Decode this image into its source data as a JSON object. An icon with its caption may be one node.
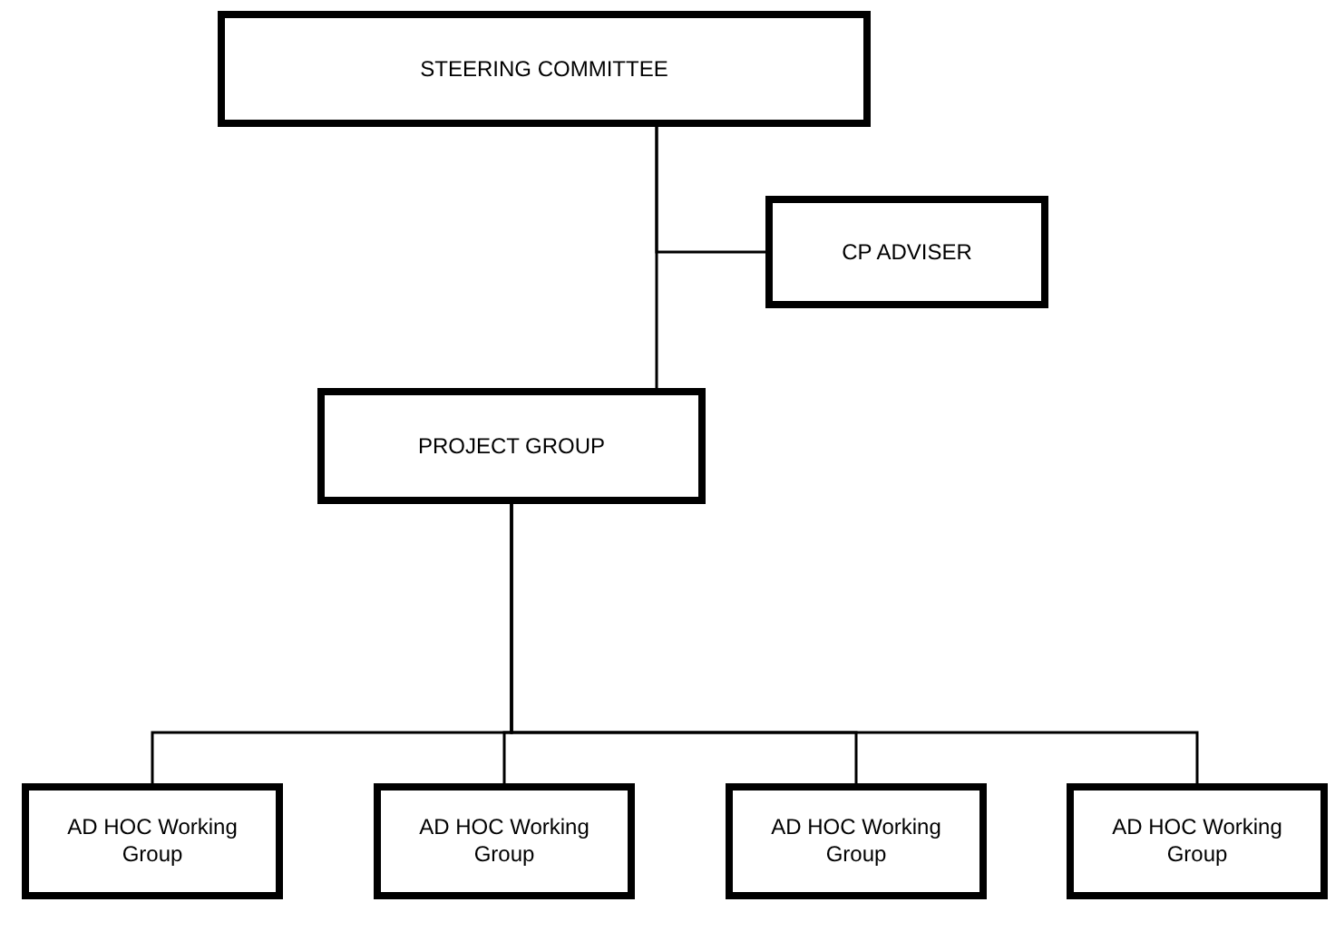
{
  "diagram": {
    "nodes": [
      {
        "text": [
          "STEERING COMMITTEE"
        ]
      },
      {
        "text": [
          "CP ADVISER"
        ]
      },
      {
        "text": [
          "PROJECT GROUP"
        ]
      },
      {
        "text": [
          "AD HOC Working Group"
        ]
      },
      {
        "text": [
          "AD HOC Working Group"
        ]
      },
      {
        "text": [
          "AD HOC Working Group"
        ]
      },
      {
        "text": [
          "AD HOC Working Group"
        ]
      }
    ],
    "edges": [
      {
        "from": 0,
        "to": 2,
        "arrow": "none"
      },
      {
        "from": 0,
        "to": 1,
        "arrow": "none"
      },
      {
        "from": 2,
        "to": 3,
        "arrow": "none"
      },
      {
        "from": 2,
        "to": 4,
        "arrow": "none"
      },
      {
        "from": 2,
        "to": 5,
        "arrow": "none"
      },
      {
        "from": 2,
        "to": 6,
        "arrow": "none"
      }
    ]
  }
}
